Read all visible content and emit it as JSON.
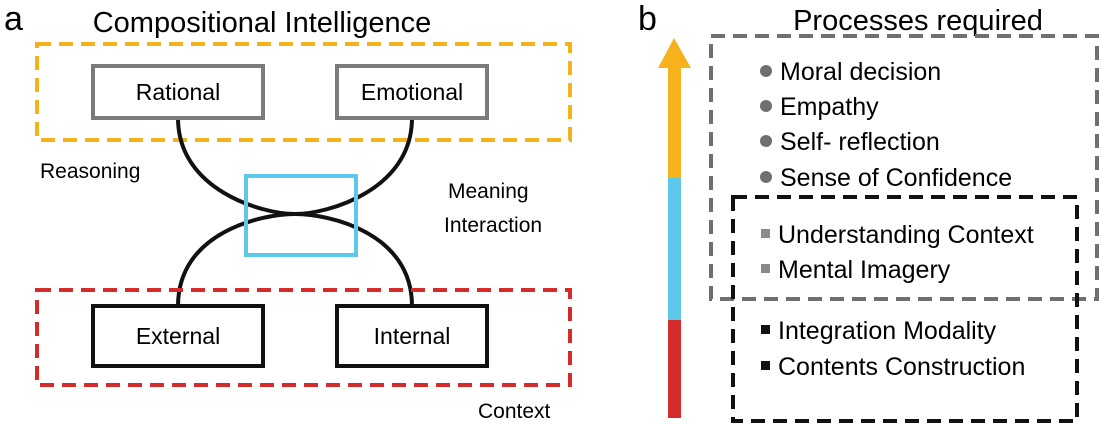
{
  "panel_a": {
    "letter": "a",
    "title": "Compositional Intelligence",
    "reasoning_label": "Reasoning",
    "meaning_label_line1": "Meaning",
    "meaning_label_line2": "Interaction",
    "context_label": "Context",
    "boxes": {
      "rational": "Rational",
      "emotional": "Emotional",
      "external": "External",
      "internal": "Internal"
    },
    "colors": {
      "reasoning_dash": "#f5b21c",
      "context_dash": "#d62b2b",
      "meaning_box": "#5ec8ea",
      "top_boxes": "#7b7b7b",
      "bottom_boxes": "#111111"
    }
  },
  "panel_b": {
    "letter": "b",
    "title": "Processes required",
    "arrow_colors": [
      "#f5b21c",
      "#5ec8ea",
      "#d62b2b"
    ],
    "group_circle": [
      "Moral decision",
      "Empathy",
      "Self- reflection",
      "Sense of Confidence"
    ],
    "group_gray_square": [
      "Understanding Context",
      "Mental Imagery"
    ],
    "group_black_square": [
      "Integration Modality",
      "Contents Construction"
    ],
    "colors": {
      "gray_frame": "#6f6f6f",
      "black_frame": "#111111"
    }
  }
}
